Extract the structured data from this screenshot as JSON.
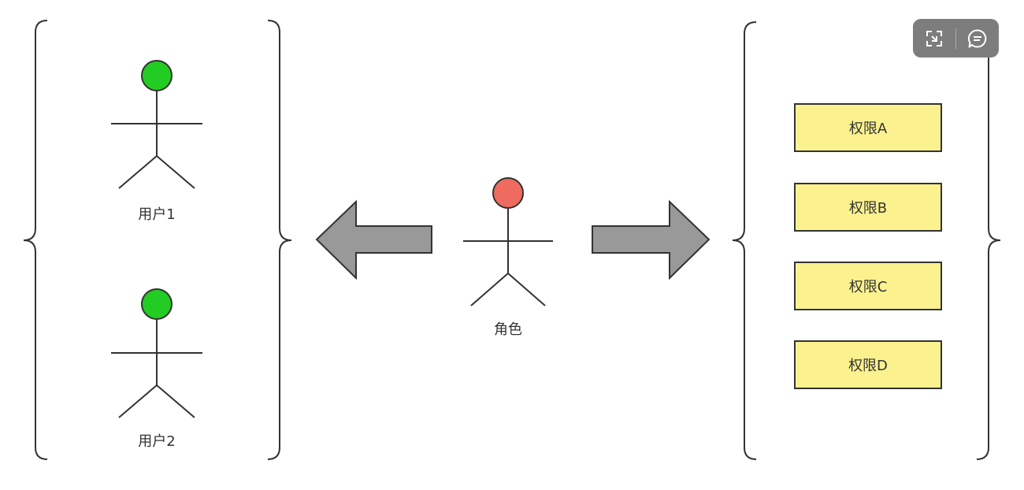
{
  "users": [
    {
      "label": "用户1",
      "head_color": "#22cc22"
    },
    {
      "label": "用户2",
      "head_color": "#22cc22"
    }
  ],
  "role": {
    "label": "角色",
    "head_color": "#f06b5f"
  },
  "permissions": [
    {
      "label": "权限A"
    },
    {
      "label": "权限B"
    },
    {
      "label": "权限C"
    },
    {
      "label": "权限D"
    }
  ],
  "colors": {
    "stroke": "#333333",
    "arrow_fill": "#999999",
    "permission_fill": "#fbf28f",
    "toolbar_bg": "#7d7d7d"
  },
  "toolbar": {
    "buttons": [
      {
        "icon": "expand-icon"
      },
      {
        "icon": "comment-icon"
      }
    ]
  }
}
